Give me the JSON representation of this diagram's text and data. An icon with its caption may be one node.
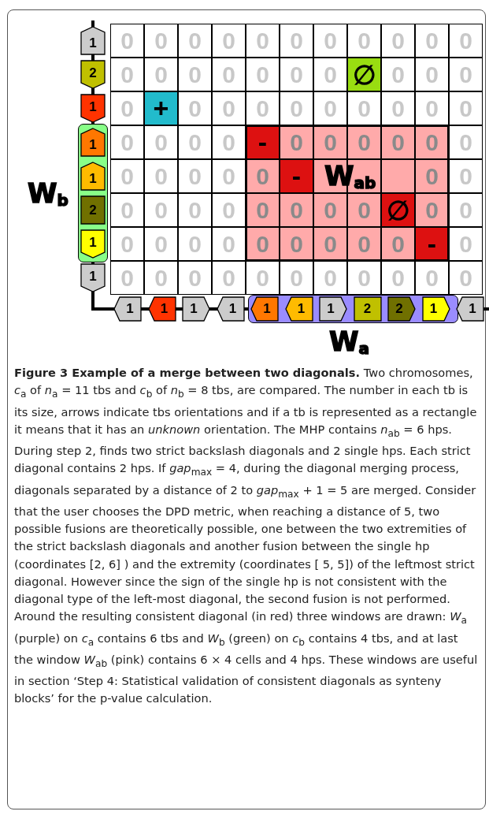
{
  "diagram": {
    "caption": "**Figure 3 Example of a merge between two diagonals.** Two chromosomes, *c*$_{a}$ of *n*$_{a}$ = 11 tbs and *c*$_{b}$ of *n*$_{b}$ = 8 tbs, are compared. The number in each tb is its size, arrows indicate tbs orientations and if a tb is represented as a rectangle it means that it has an *unknown* orientation. The MHP contains *n*$_{ab}$ = 6 hps. During step 2, finds two strict backslash diagonals and 2 single hps. Each strict diagonal contains 2 hps. If *gap*$_{max}$ = 4, during the diagonal merging process, diagonals separated by a distance of 2 to *gap*$_{max}$ + 1 = 5 are merged. Consider that the user chooses the DPD metric, when reaching a distance of 5, two possible fusions are theoretically possible, one between the two extremities of the strict backslash diagonals and another fusion between the single hp (coordinates [2, 6] ) and the extremity (coordinates [ 5, 5]) of the leftmost strict diagonal. However since the sign of the single hp is not consistent with the diagonal type of the left-most diagonal, the second fusion is not performed. Around the resulting consistent diagonal (in red) three windows are drawn: *W*$_{a}$ (purple) on *c*$_{a}$ contains 6 tbs and *W*$_{b}$ (green) on *c*$_{b}$ contains 4 tbs, and at last the window *W*$_{ab}$ (pink) contains 6 × 4 cells and 4 hps. These windows are useful in section ‘Step 4: Statistical validation of consistent diagonals as synteny blocks’ for the p-value calculation.",
    "labels": [
      "1",
      "0",
      "0",
      "0",
      "0",
      "0",
      "0",
      "0",
      "0",
      "0",
      "0",
      "0",
      "2",
      "0",
      "0",
      "0",
      "0",
      "0",
      "0",
      "0",
      "∅",
      "0",
      "0",
      "0",
      "1",
      "0",
      "+",
      "0",
      "0",
      "0",
      "0",
      "0",
      "0",
      "0",
      "0",
      "0",
      "1",
      "0",
      "0",
      "0",
      "0",
      "-",
      "0",
      "0",
      "0",
      "0",
      "0",
      "0",
      "1",
      "0",
      "0",
      "0",
      "0",
      "0",
      "-",
      "0",
      "0",
      "2",
      "0",
      "0",
      "0",
      "0",
      "0",
      "0",
      "0",
      "0",
      "∅",
      "0",
      "0",
      "1",
      "0",
      "0",
      "0",
      "0",
      "0",
      "0",
      "0",
      "0",
      "0",
      "-",
      "0",
      "1",
      "0",
      "0",
      "0",
      "0",
      "0",
      "0",
      "0",
      "0",
      "0",
      "0",
      "0",
      "W$_{ab}$",
      "W$_{b}$",
      "1",
      "1",
      "1",
      "1",
      "1",
      "1",
      "1",
      "2",
      "2",
      "1",
      "1",
      "W$_{a}$"
    ]
  }
}
